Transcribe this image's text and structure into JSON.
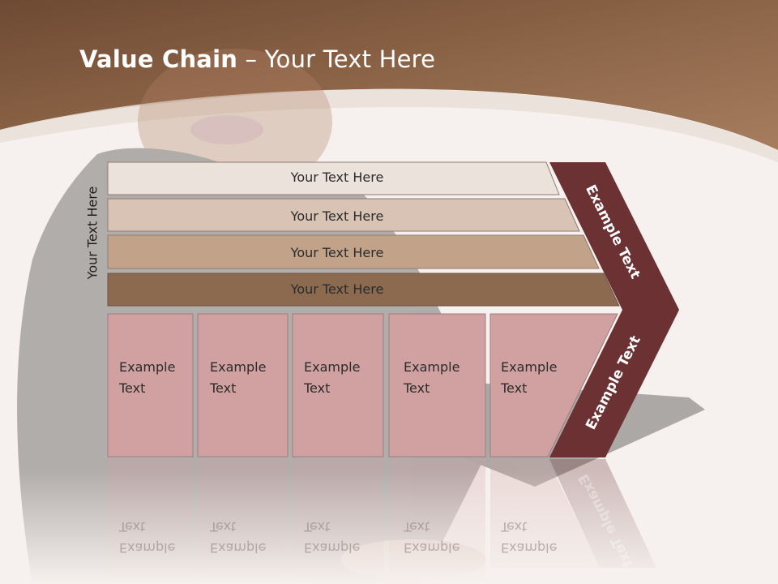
{
  "slide": {
    "title_bold": "Value Chain",
    "title_rest": " – Your Text Here",
    "vertical_label": "Your Text Here"
  },
  "bars": [
    {
      "label": "Your Text Here",
      "color": "#ece2dc"
    },
    {
      "label": "Your Text Here",
      "color": "#d8c3b4"
    },
    {
      "label": "Your Text Here",
      "color": "#c3a28a"
    },
    {
      "label": "Your Text Here",
      "color": "#8b6a50"
    }
  ],
  "boxes": [
    {
      "label": "Example\nText"
    },
    {
      "label": "Example\nText"
    },
    {
      "label": "Example\nText"
    },
    {
      "label": "Example\nText"
    },
    {
      "label": "Example\nText"
    }
  ],
  "arrow": {
    "upper_label": "Example Text",
    "lower_label": "Example Text",
    "color": "#6b3133"
  },
  "colors": {
    "header_brown": "#8c6447",
    "box_pink": "#d1a1a2",
    "background": "#f6f1ee"
  }
}
